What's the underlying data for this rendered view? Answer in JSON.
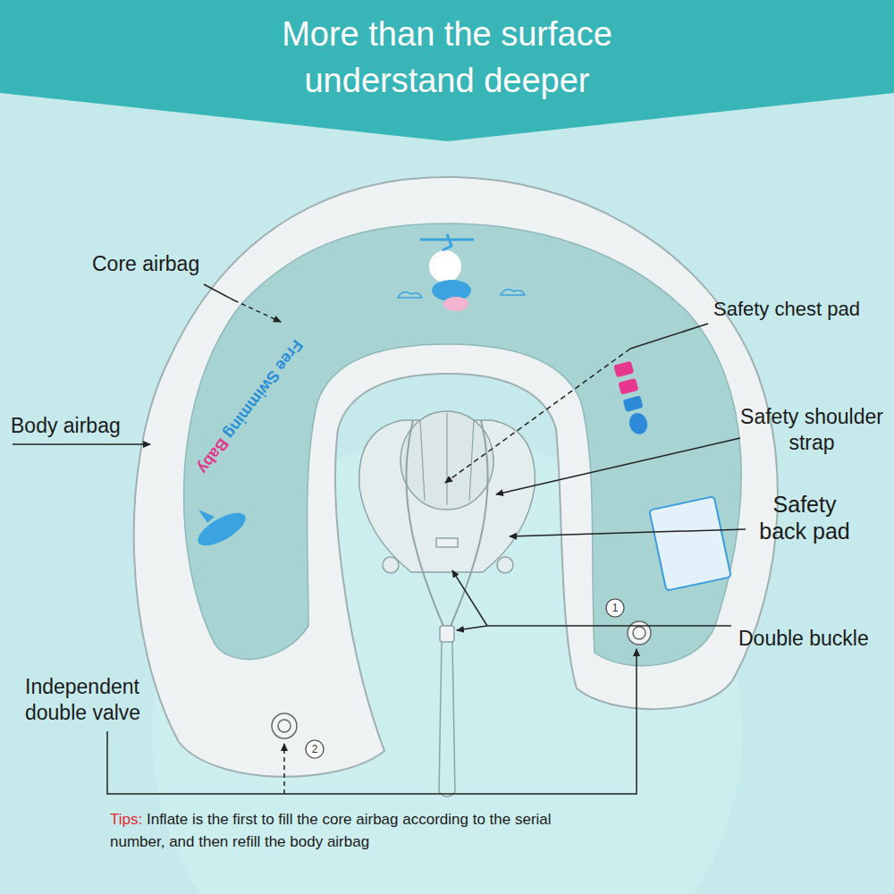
{
  "diagram": {
    "title": "More than the surface understand deeper",
    "labels": [
      "Core airbag",
      "Body airbag",
      "Safety chest pad",
      "Safety shoulder strap",
      "Safety back pad",
      "Double buckle",
      "Independent double valve",
      "Free Swimming",
      "Baby",
      "1",
      "2",
      "Tips:",
      "Inflate is the first to fill the core airbag according to the serial number, and then refill the body airbag"
    ]
  }
}
